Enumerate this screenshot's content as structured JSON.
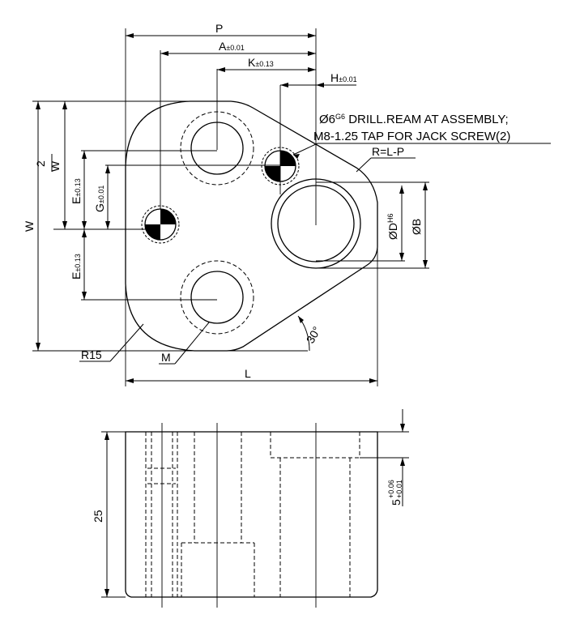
{
  "dimensions": {
    "P": "P",
    "A": "A",
    "A_tol": "±0.01",
    "K": "K",
    "K_tol": "±0.13",
    "H": "H",
    "H_tol": "±0.01",
    "W": "W",
    "W_half_num": "W",
    "W_half_den": "2",
    "E": "E",
    "E_tol": "±0.13",
    "G": "G",
    "G_tol": "±0.01",
    "D": "ØD",
    "D_tol": "H6",
    "B": "ØB",
    "L": "L",
    "R15": "R15",
    "M": "M",
    "angle": "30°",
    "RLP": "R=L-P",
    "thickness": "25",
    "depth": "5",
    "depth_tol_upper": "+0.06",
    "depth_tol_lower": "+0.01"
  },
  "note": {
    "line1_prefix": "Ø6",
    "line1_sup": "G6",
    "line1_rest": " DRILL.REAM AT ASSEMBLY;",
    "line2": "M8-1.25 TAP FOR JACK SCREW(2)"
  }
}
